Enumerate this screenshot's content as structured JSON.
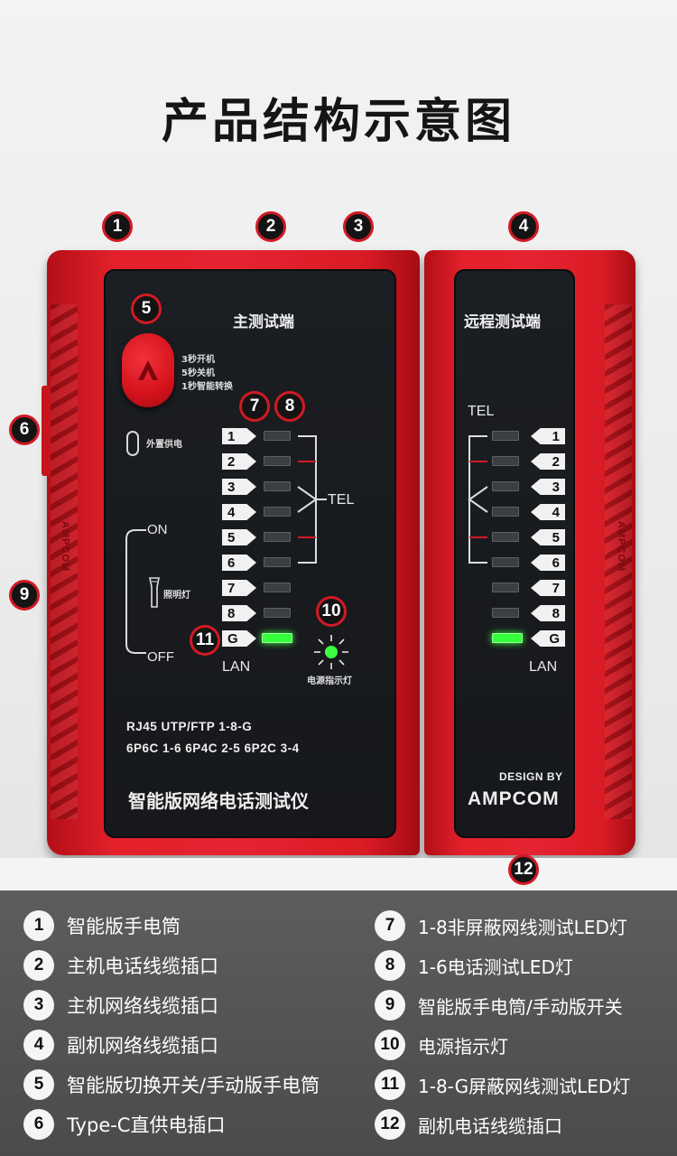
{
  "title": "产品结构示意图",
  "callouts": [
    "1",
    "2",
    "3",
    "4",
    "5",
    "6",
    "7",
    "8",
    "9",
    "10",
    "11",
    "12"
  ],
  "main_unit": {
    "title": "主测试端",
    "button_notes": [
      "3秒开机",
      "5秒关机",
      "1秒智能转换"
    ],
    "typec_label": "外置供电",
    "switch_on": "ON",
    "switch_off": "OFF",
    "flashlight_label": "照明灯",
    "pins": [
      "1",
      "2",
      "3",
      "4",
      "5",
      "6",
      "7",
      "8",
      "G"
    ],
    "tel_label": "TEL",
    "lan_label": "LAN",
    "power_indicator_label": "电源指示灯",
    "spec_line_1": "RJ45 UTP/FTP 1-8-G",
    "spec_line_2": "6P6C 1-6  6P4C 2-5  6P2C 3-4",
    "product_name": "智能版网络电话测试仪"
  },
  "remote_unit": {
    "title": "远程测试端",
    "tel_label": "TEL",
    "lan_label": "LAN",
    "pins": [
      "1",
      "2",
      "3",
      "4",
      "5",
      "6",
      "7",
      "8",
      "G"
    ],
    "design_by": "DESIGN BY",
    "brand": "AMPCOM"
  },
  "side_brand": "AMPCOM",
  "legend": [
    {
      "num": "1",
      "text": "智能版手电筒"
    },
    {
      "num": "2",
      "text": "主机电话线缆插口"
    },
    {
      "num": "3",
      "text": "主机网络线缆插口"
    },
    {
      "num": "4",
      "text": "副机网络线缆插口"
    },
    {
      "num": "5",
      "text": "智能版切换开关/手动版手电筒"
    },
    {
      "num": "6",
      "text": "Type-C直供电插口"
    },
    {
      "num": "7",
      "text": "1-8非屏蔽网线测试LED灯"
    },
    {
      "num": "8",
      "text": "1-6电话测试LED灯"
    },
    {
      "num": "9",
      "text": "智能版手电筒/手动版开关"
    },
    {
      "num": "10",
      "text": "电源指示灯"
    },
    {
      "num": "11",
      "text": "1-8-G屏蔽网线测试LED灯"
    },
    {
      "num": "12",
      "text": "副机电话线缆插口"
    }
  ],
  "colors": {
    "accent_red": "#e3202b",
    "panel": "#1a1c1f",
    "led_green": "#34ff3a"
  }
}
